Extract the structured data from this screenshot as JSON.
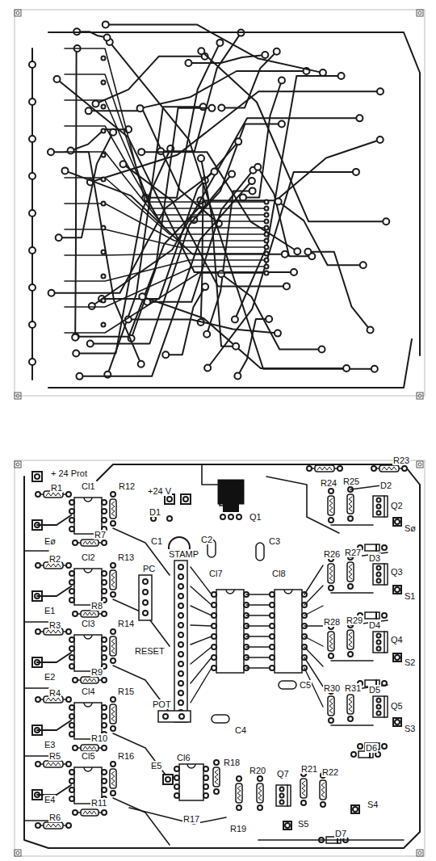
{
  "diagram": {
    "labels": [
      "+ 24 Prot",
      "R23",
      "D2",
      "R24",
      "R25",
      "Q2",
      "Sø",
      "R1",
      "Cl1",
      "R12",
      "Eø",
      "R7",
      "+24 V",
      "D1",
      "C1",
      "C2",
      "C3",
      "Q1",
      "STAMP",
      "PC",
      "R2",
      "Cl2",
      "R13",
      "R8",
      "E1",
      "D3",
      "R26",
      "R27",
      "Q3",
      "S1",
      "Cl7",
      "Cl8",
      "R3",
      "Cl3",
      "R14",
      "RESET",
      "R9",
      "E2",
      "D4",
      "R28",
      "R29",
      "Q4",
      "S2",
      "R4",
      "Cl4",
      "R15",
      "R10",
      "E3",
      "POT",
      "C5",
      "C4",
      "D5",
      "R30",
      "R31",
      "Q5",
      "S3",
      "R5",
      "Cl5",
      "R16",
      "E4",
      "R11",
      "E5",
      "Cl6",
      "R18",
      "D6",
      "R20",
      "Q7",
      "R21",
      "R22",
      "S4",
      "R6",
      "R17",
      "R19",
      "S5",
      "D7"
    ]
  }
}
